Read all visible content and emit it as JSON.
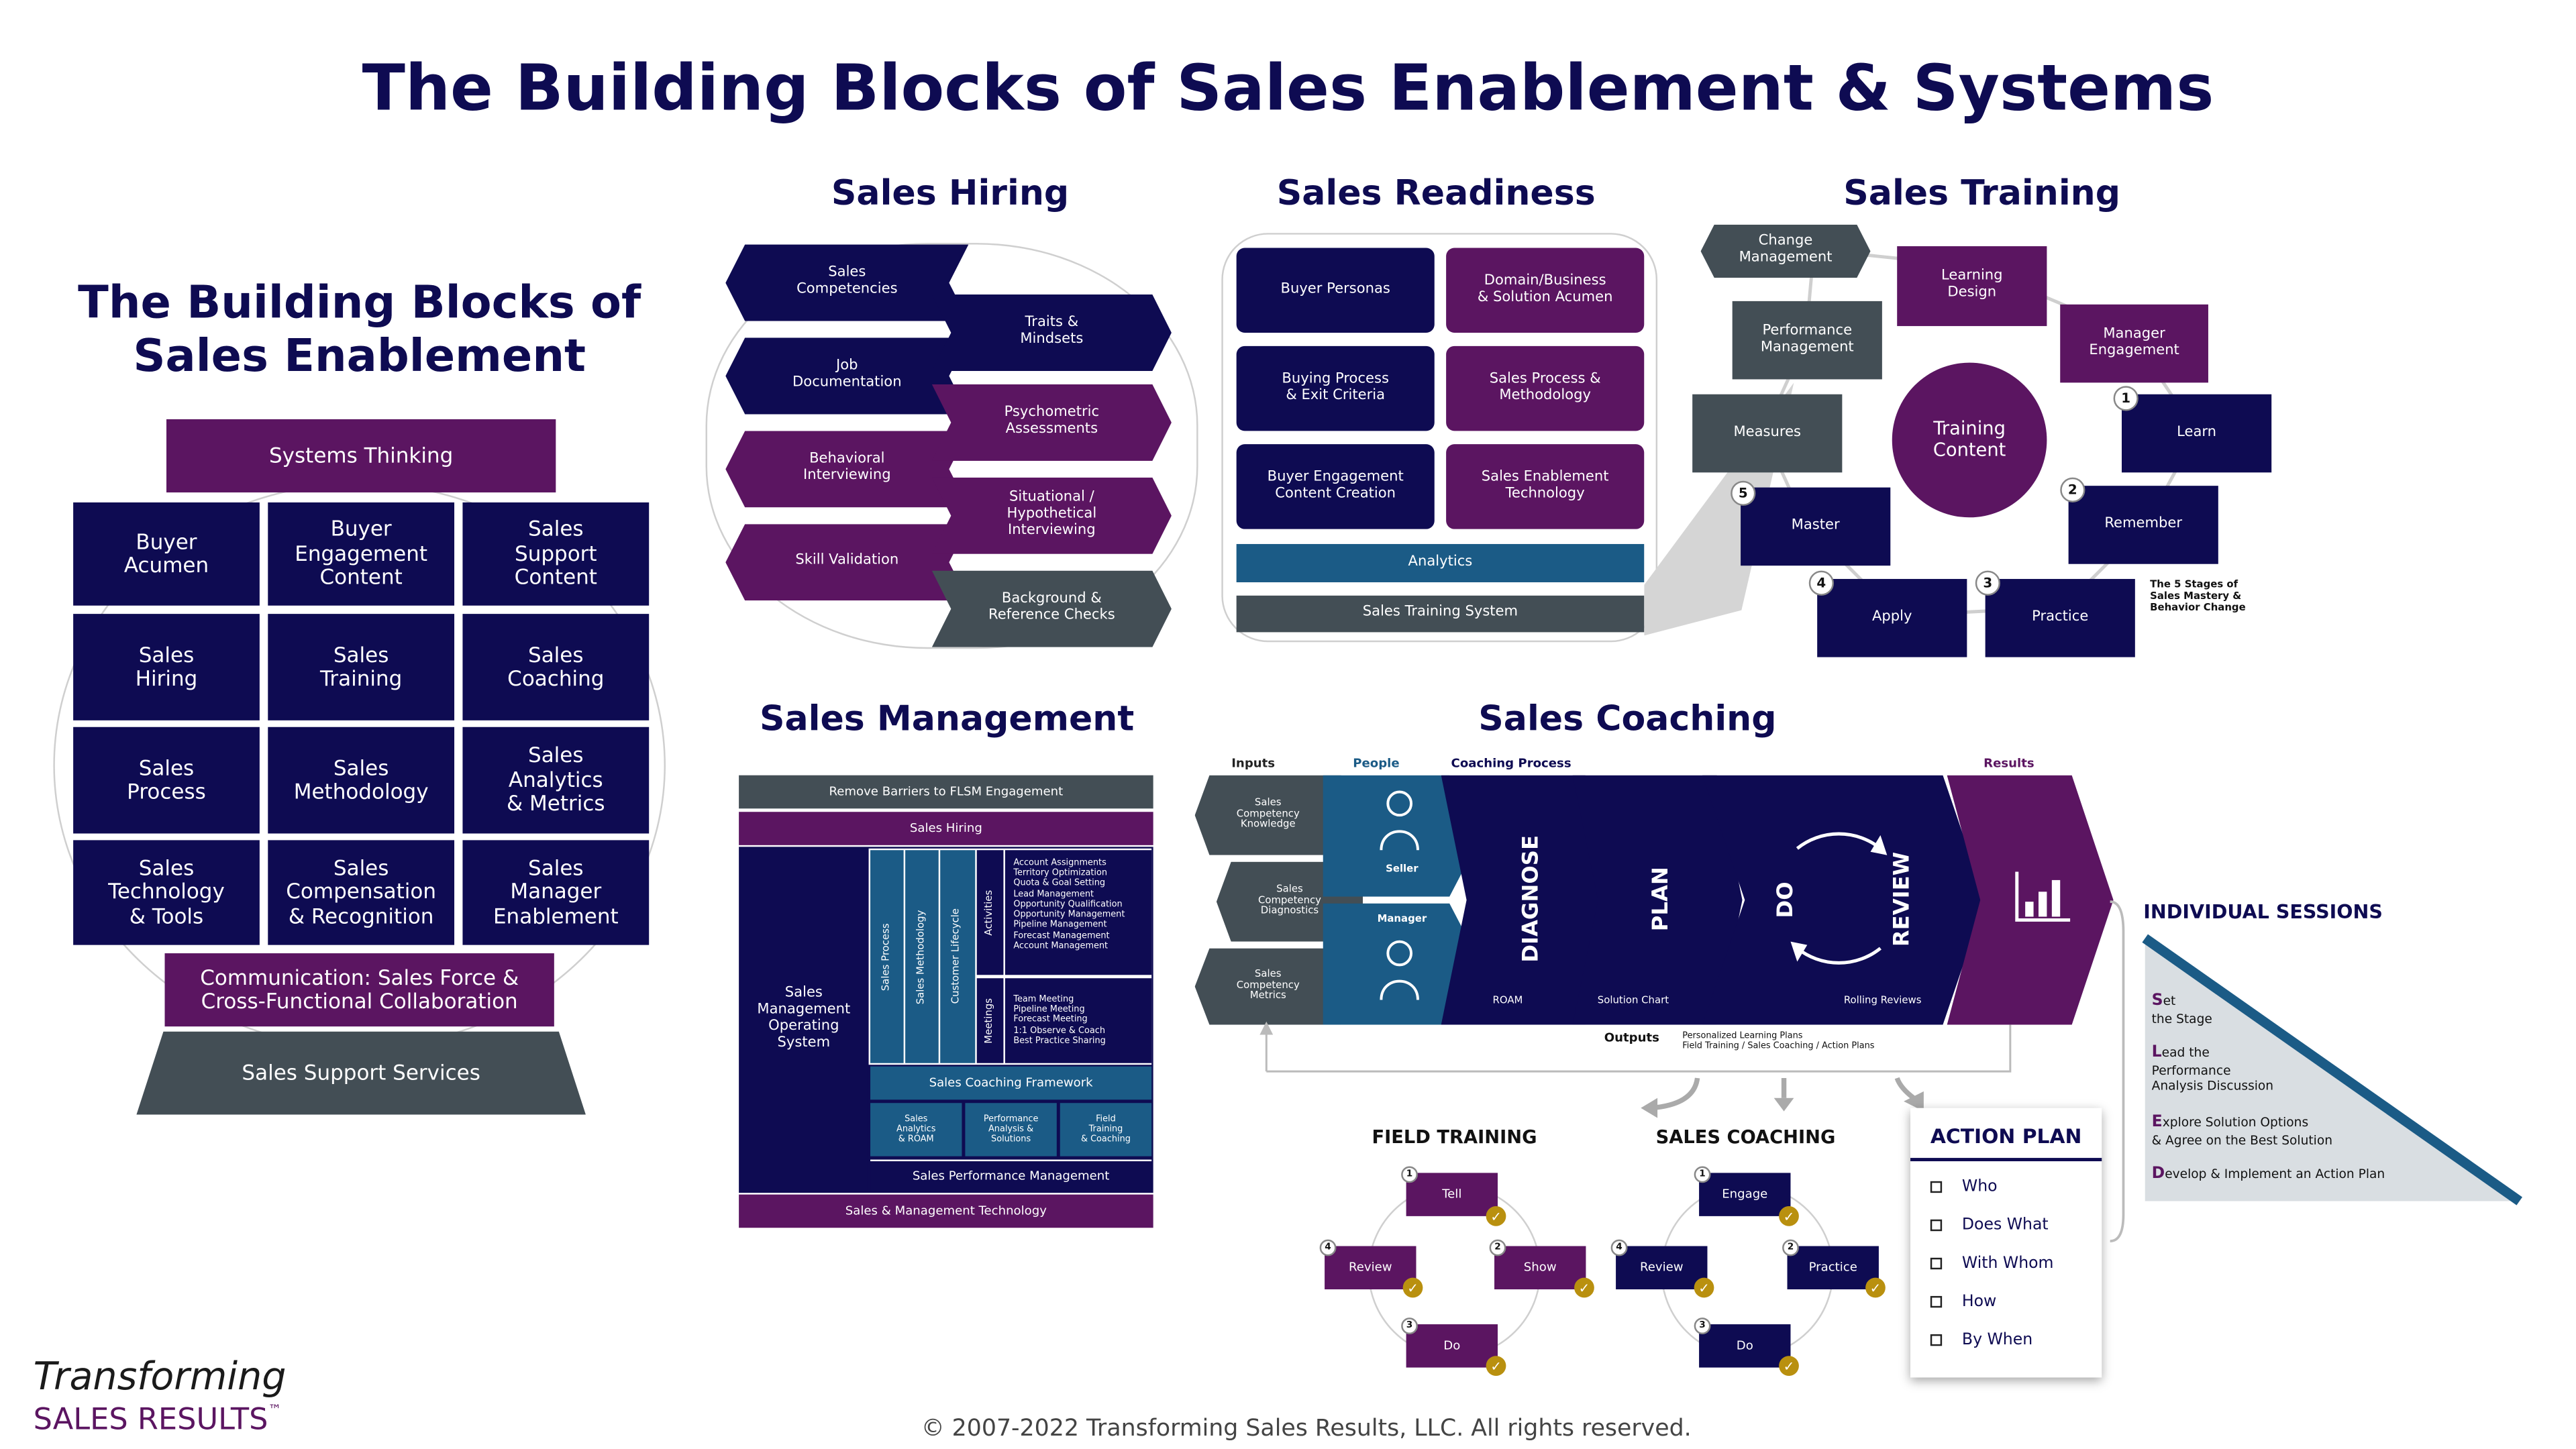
{
  "title": "The Building Blocks of Sales Enablement & Systems",
  "copyright": "© 2007-2022 Transforming Sales Results, LLC. All rights reserved.",
  "logo": {
    "line1": "Transforming",
    "line2": "SALES RESULTS",
    "tm": "™"
  },
  "enablement": {
    "heading_line1": "The Building Blocks of",
    "heading_line2": "Sales Enablement",
    "top": "Systems Thinking",
    "grid": [
      "Buyer\nAcumen",
      "Buyer\nEngagement\nContent",
      "Sales\nSupport\nContent",
      "Sales\nHiring",
      "Sales\nTraining",
      "Sales\nCoaching",
      "Sales\nProcess",
      "Sales\nMethodology",
      "Sales\nAnalytics\n& Metrics",
      "Sales\nTechnology\n& Tools",
      "Sales\nCompensation\n& Recognition",
      "Sales\nManager\nEnablement"
    ],
    "communication": "Communication: Sales Force &\nCross-Functional Collaboration",
    "base": "Sales Support Services"
  },
  "hiring": {
    "heading": "Sales Hiring",
    "left": [
      "Sales\nCompetencies",
      "Job\nDocumentation",
      "Behavioral\nInterviewing",
      "Skill Validation"
    ],
    "right": [
      "Traits &\nMindsets",
      "Psychometric\nAssessments",
      "Situational /\nHypothetical\nInterviewing",
      "Background &\nReference Checks"
    ]
  },
  "readiness": {
    "heading": "Sales Readiness",
    "cells": [
      "Buyer Personas",
      "Domain/Business\n& Solution Acumen",
      "Buying Process\n& Exit Criteria",
      "Sales Process &\nMethodology",
      "Buyer Engagement\nContent Creation",
      "Sales Enablement\nTechnology"
    ],
    "analytics": "Analytics",
    "system": "Sales Training System"
  },
  "training": {
    "heading": "Sales Training",
    "change": "Change\nManagement",
    "learning": "Learning\nDesign",
    "performance": "Performance\nManagement",
    "manager": "Manager\nEngagement",
    "measures": "Measures",
    "center": "Training\nContent",
    "stages": [
      {
        "n": "1",
        "label": "Learn"
      },
      {
        "n": "2",
        "label": "Remember"
      },
      {
        "n": "3",
        "label": "Practice"
      },
      {
        "n": "4",
        "label": "Apply"
      },
      {
        "n": "5",
        "label": "Master"
      }
    ],
    "note": "The 5 Stages of\nSales Mastery &\nBehavior Change"
  },
  "management": {
    "heading": "Sales Management",
    "row1": "Remove Barriers to FLSM Engagement",
    "row2": "Sales Hiring",
    "left": "Sales\nManagement\nOperating\nSystem",
    "verticals": [
      "Sales Process",
      "Sales Methodology",
      "Customer Lifecycle"
    ],
    "activities_label": "Activities",
    "activities": "Account Assignments\nTerritory Optimization\nQuota & Goal Setting\nLead Management\nOpportunity Qualification\nOpportunity Management\nPipeline Management\nForecast Management\nAccount Management",
    "meetings_label": "Meetings",
    "meetings": "Team Meeting\nPipeline Meeting\nForecast Meeting\n1:1 Observe & Coach\nBest Practice Sharing",
    "coaching_framework": "Sales Coaching Framework",
    "small": [
      "Sales\nAnalytics\n& ROAM",
      "Performance\nAnalysis &\nSolutions",
      "Field\nTraining\n& Coaching"
    ],
    "perf": "Sales Performance Management",
    "tech": "Sales & Management Technology"
  },
  "coaching": {
    "heading": "Sales Coaching",
    "col_inputs": "Inputs",
    "col_people": "People",
    "col_process": "Coaching Process",
    "col_results": "Results",
    "inputs": [
      "Sales\nCompetency\nKnowledge",
      "Sales\nCompetency\nDiagnostics",
      "Sales\nCompetency\nMetrics"
    ],
    "seller": "Seller",
    "manager": "Manager",
    "steps": [
      {
        "label": "DIAGNOSE",
        "sub": "ROAM"
      },
      {
        "label": "PLAN",
        "sub": "Solution Chart"
      },
      {
        "label": "DO",
        "sub": ""
      },
      {
        "label": "REVIEW",
        "sub": "Rolling Reviews"
      }
    ],
    "outputs_label": "Outputs",
    "outputs": "Personalized Learning Plans\nField Training / Sales Coaching / Action Plans"
  },
  "field_training": {
    "heading": "FIELD TRAINING",
    "steps": [
      {
        "n": "1",
        "label": "Tell"
      },
      {
        "n": "2",
        "label": "Show"
      },
      {
        "n": "3",
        "label": "Do"
      },
      {
        "n": "4",
        "label": "Review"
      }
    ]
  },
  "sales_coaching_cycle": {
    "heading": "SALES COACHING",
    "steps": [
      {
        "n": "1",
        "label": "Engage"
      },
      {
        "n": "2",
        "label": "Practice"
      },
      {
        "n": "3",
        "label": "Do"
      },
      {
        "n": "4",
        "label": "Review"
      }
    ]
  },
  "action_plan": {
    "heading": "ACTION PLAN",
    "items": [
      "Who",
      "Does What",
      "With Whom",
      "How",
      "By When"
    ]
  },
  "sessions": {
    "heading": "INDIVIDUAL SESSIONS",
    "items": [
      {
        "letter": "S",
        "rest": "et",
        "line2": "the Stage"
      },
      {
        "letter": "L",
        "rest": "ead the",
        "line2": "Performance\nAnalysis Discussion"
      },
      {
        "letter": "E",
        "rest": "xplore Solution Options",
        "line2": "& Agree on the Best Solution"
      },
      {
        "letter": "D",
        "rest": "evelop & Implement an Action Plan",
        "line2": ""
      }
    ]
  },
  "colors": {
    "navy": "#0e0b52",
    "plum": "#5b1561",
    "slate": "#434e55",
    "teal": "#1b5b86",
    "gold": "#b9900f"
  }
}
